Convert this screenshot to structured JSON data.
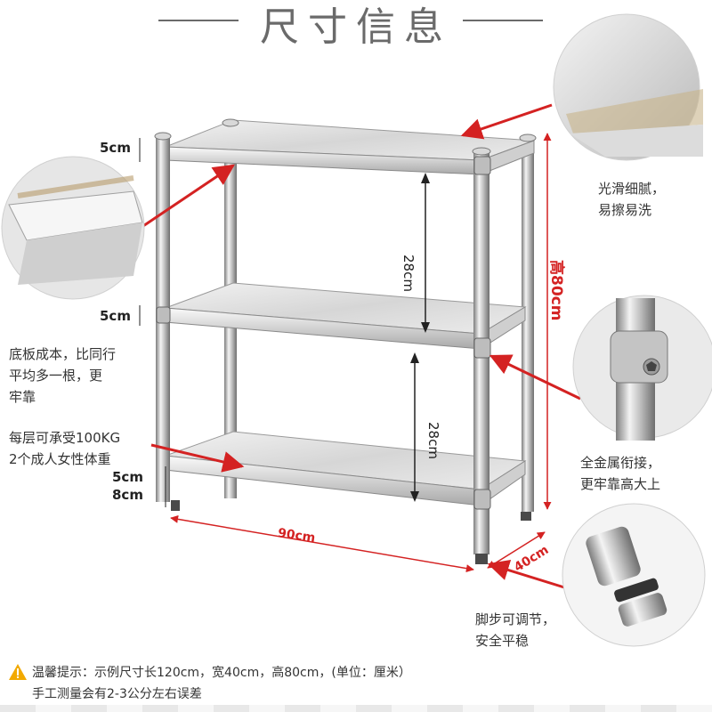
{
  "title": "尺寸信息",
  "dimensions": {
    "shelf_gap_top": "5cm",
    "shelf_gap_mid": "5cm",
    "shelf_gap_bottom": "5cm",
    "foot_height": "8cm",
    "spacing_upper": "28cm",
    "spacing_lower": "28cm",
    "height": "高80cm",
    "length": "90cm",
    "width": "40cm"
  },
  "callouts": {
    "surface_line1": "光滑细腻，",
    "surface_line2": "易擦易洗",
    "base_line1": "底板成本，比同行",
    "base_line2": "平均多一根，更",
    "base_line3": "牢靠",
    "load_line1": "每层可承受100KG",
    "load_line2": "2个成人女性体重",
    "joint_line1": "全金属衔接，",
    "joint_line2": "更牢靠高大上",
    "foot_line1": "脚步可调节，",
    "foot_line2": "安全平稳"
  },
  "note": {
    "line1": "温馨提示：示例尺寸长120cm，宽40cm，高80cm，(单位：厘米）",
    "line2": "手工测量会有2-3公分左右误差"
  },
  "colors": {
    "accent_red": "#d42222",
    "steel_light": "#eeeeee",
    "steel_dark": "#8e8e8e",
    "title_gray": "#6a6a6a"
  }
}
